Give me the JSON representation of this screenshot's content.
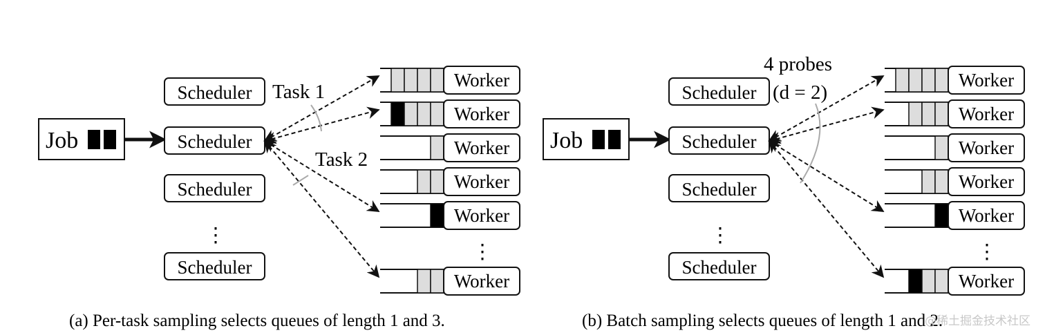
{
  "colors": {
    "stroke": "#111111",
    "queue_gray": "#dddddd",
    "queue_task": "#000000",
    "angle_mark": "#aaaaaa"
  },
  "panels": [
    {
      "job_label": "Job",
      "job_tasks": 2,
      "scheduler_label": "Scheduler",
      "schedulers": [
        "Scheduler",
        "Scheduler",
        "Scheduler",
        "Scheduler"
      ],
      "ellipsis": "⋮",
      "annotations": [
        "Task 1",
        "Task 2"
      ],
      "worker_label": "Worker",
      "workers": [
        {
          "label": "Worker",
          "queue": [
            "gray",
            "gray",
            "gray",
            "gray"
          ],
          "probed": true
        },
        {
          "label": "Worker",
          "queue": [
            "black",
            "gray",
            "gray",
            "gray"
          ],
          "probed": true
        },
        {
          "label": "Worker",
          "queue": [
            "gray"
          ],
          "probed": false
        },
        {
          "label": "Worker",
          "queue": [
            "gray",
            "gray"
          ],
          "probed": false
        },
        {
          "label": "Worker",
          "queue": [
            "black"
          ],
          "probed": true
        },
        {
          "label": "Worker",
          "queue": [
            "gray",
            "gray"
          ],
          "probed": true
        }
      ],
      "caption": "(a)  Per-task sampling selects queues of length 1 and 3."
    },
    {
      "job_label": "Job",
      "job_tasks": 2,
      "scheduler_label": "Scheduler",
      "schedulers": [
        "Scheduler",
        "Scheduler",
        "Scheduler",
        "Scheduler"
      ],
      "ellipsis": "⋮",
      "annotations": [
        "4 probes",
        "(d = 2)"
      ],
      "worker_label": "Worker",
      "workers": [
        {
          "label": "Worker",
          "queue": [
            "gray",
            "gray",
            "gray",
            "gray"
          ],
          "probed": true
        },
        {
          "label": "Worker",
          "queue": [
            "gray",
            "gray",
            "gray"
          ],
          "probed": true
        },
        {
          "label": "Worker",
          "queue": [
            "gray"
          ],
          "probed": false
        },
        {
          "label": "Worker",
          "queue": [
            "gray",
            "gray"
          ],
          "probed": false
        },
        {
          "label": "Worker",
          "queue": [
            "black"
          ],
          "probed": true
        },
        {
          "label": "Worker",
          "queue": [
            "black",
            "gray",
            "gray"
          ],
          "probed": true
        }
      ],
      "caption": "(b)  Batch sampling selects queues of length 1 and 2."
    }
  ],
  "watermark": "@稀土掘金技术社区"
}
